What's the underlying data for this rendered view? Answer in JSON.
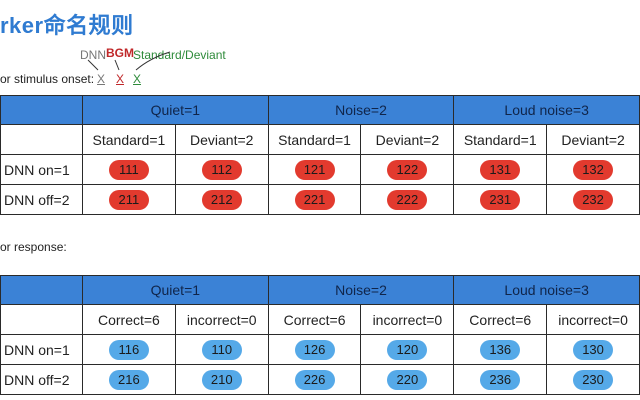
{
  "title": "rker命名规则",
  "legend": {
    "dnn": "DNN",
    "bgm": "BGM",
    "std": "Standard/Deviant",
    "x1": "X",
    "x2": "X",
    "x3": "X"
  },
  "onset_label": "or stimulus onset:",
  "response_label": "or response:",
  "colors": {
    "header_blue": "#3b82d6",
    "red_badge": "#e23a2e",
    "blue_badge": "#55a9e8",
    "title": "#2f7bd1"
  },
  "table_onset": {
    "groups": [
      "Quiet=1",
      "Noise=2",
      "Loud noise=3"
    ],
    "subheaders": [
      "Standard=1",
      "Deviant=2",
      "Standard=1",
      "Deviant=2",
      "Standard=1",
      "Deviant=2"
    ],
    "rows": [
      {
        "label": "DNN on=1",
        "cells": [
          "111",
          "112",
          "121",
          "122",
          "131",
          "132"
        ]
      },
      {
        "label": "DNN off=2",
        "cells": [
          "211",
          "212",
          "221",
          "222",
          "231",
          "232"
        ]
      }
    ]
  },
  "table_response": {
    "groups": [
      "Quiet=1",
      "Noise=2",
      "Loud noise=3"
    ],
    "subheaders": [
      "Correct=6",
      "incorrect=0",
      "Correct=6",
      "incorrect=0",
      "Correct=6",
      "incorrect=0"
    ],
    "rows": [
      {
        "label": "DNN on=1",
        "cells": [
          "116",
          "110",
          "126",
          "120",
          "136",
          "130"
        ]
      },
      {
        "label": "DNN off=2",
        "cells": [
          "216",
          "210",
          "226",
          "220",
          "236",
          "230"
        ]
      }
    ]
  }
}
